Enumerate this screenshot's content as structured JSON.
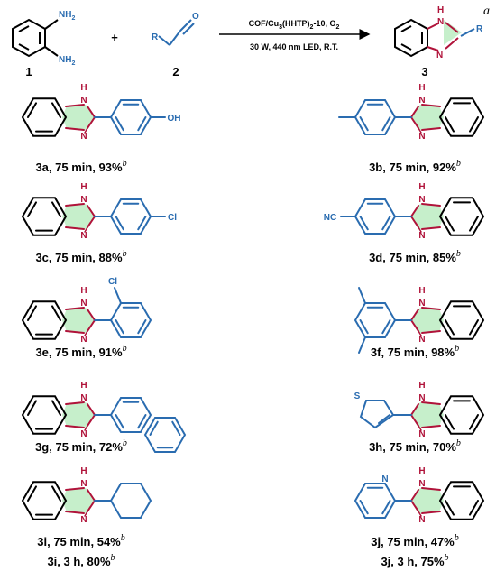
{
  "panel_tag": "a",
  "reaction": {
    "reagent_1": "1",
    "plus": "+",
    "reagent_2": "2",
    "product": "3",
    "atoms": {
      "nh2": "NH",
      "two": "2",
      "r": "R",
      "o": "O",
      "n": "N",
      "h": "H"
    },
    "conditions": {
      "line1_a": "COF/Cu",
      "line1_sub1": "3",
      "line1_b": "(HHTP)",
      "line1_sub2": "2",
      "line1_c": "-10, O",
      "line1_sub3": "2",
      "line2": "30 W, 440 nm LED, R.T."
    }
  },
  "substituents": {
    "oh": "OH",
    "cl": "Cl",
    "cn": "NC",
    "s": "S",
    "n": "N"
  },
  "products": [
    {
      "label": "3a, 75 min, 93%",
      "note": "b"
    },
    {
      "label": "3b, 75 min, 92%",
      "note": "b"
    },
    {
      "label": "3c, 75 min, 88%",
      "note": "b"
    },
    {
      "label": "3d, 75 min, 85%",
      "note": "b"
    },
    {
      "label": "3e, 75 min, 91%",
      "note": "b"
    },
    {
      "label": "3f, 75 min, 98%",
      "note": "b"
    },
    {
      "label": "3g, 75 min, 72%",
      "note": "b"
    },
    {
      "label": "3h, 75 min, 70%",
      "note": "b"
    },
    {
      "label": "3i, 75 min, 54%",
      "note": "b"
    },
    {
      "label": "3j, 75 min, 47%",
      "note": "b"
    },
    {
      "label": "3i, 3 h, 80%",
      "note": "b"
    },
    {
      "label": "3j, 3 h, 75%",
      "note": "b"
    }
  ],
  "colors": {
    "bond": "#000000",
    "substituent": "#2a6cb0",
    "heteroatom": "#b0133a",
    "imidazole_fill": "#c6efcb"
  }
}
